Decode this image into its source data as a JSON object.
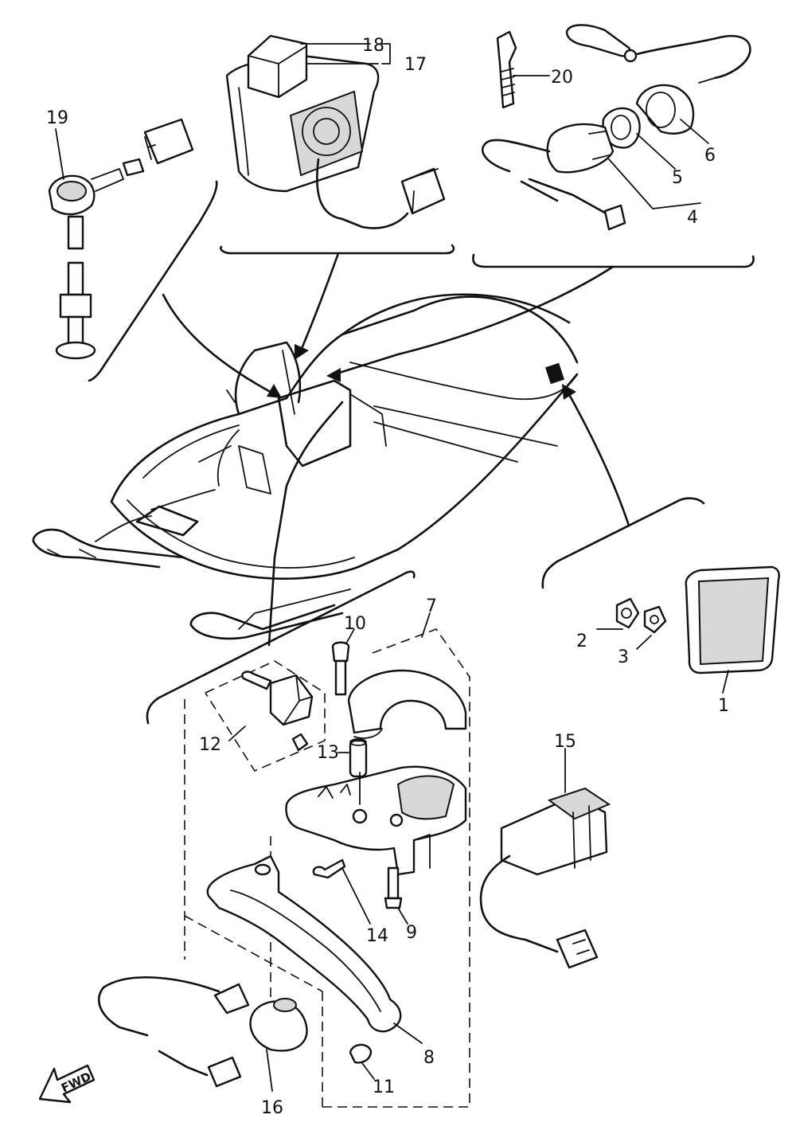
{
  "diagram": {
    "callouts": {
      "c1": "1",
      "c2": "2",
      "c3": "3",
      "c4": "4",
      "c5": "5",
      "c6": "6",
      "c7": "7",
      "c8": "8",
      "c9": "9",
      "c10": "10",
      "c11": "11",
      "c12": "12",
      "c13": "13",
      "c14": "14",
      "c15": "15",
      "c16": "16",
      "c17": "17",
      "c18": "18",
      "c19": "19",
      "c20": "20"
    },
    "fwd_label": "FWD"
  }
}
